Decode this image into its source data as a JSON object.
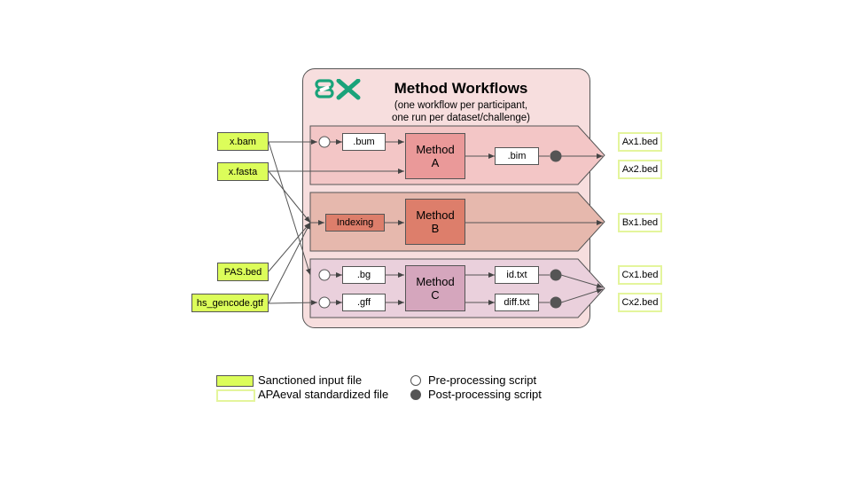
{
  "header": {
    "title": "Method Workflows",
    "subtitle_line1": "(one workflow per participant,",
    "subtitle_line2": "one run per dataset/challenge)"
  },
  "inputs": {
    "bam": "x.bam",
    "fasta": "x.fasta",
    "pas": "PAS.bed",
    "gtf": "hs_gencode.gtf"
  },
  "workflow_a": {
    "pre_file": ".bum",
    "method": "Method\nA",
    "post_file": ".bim"
  },
  "workflow_b": {
    "indexing": "Indexing",
    "method": "Method\nB"
  },
  "workflow_c": {
    "pre_file_1": ".bg",
    "pre_file_2": ".gff",
    "method": "Method\nC",
    "post_file_1": "id.txt",
    "post_file_2": "diff.txt"
  },
  "outputs": {
    "ax1": "Ax1.bed",
    "ax2": "Ax2.bed",
    "bx1": "Bx1.bed",
    "cx1": "Cx1.bed",
    "cx2": "Cx2.bed"
  },
  "legend": {
    "sanctioned": "Sanctioned input file",
    "standardized": "APAeval standardized file",
    "pre": "Pre-processing script",
    "post": "Post-processing script"
  },
  "colors": {
    "input_fill": "#dcfd5a",
    "output_border": "#e4f59c",
    "panel": "#f7dede",
    "band_a": "#f3c6c6",
    "band_b": "#e6b8ad",
    "band_c": "#ead0dc",
    "method_a": "#ea9999",
    "method_b": "#dd7e6b",
    "method_c": "#d5a6bd",
    "indexing": "#dd7e6b",
    "logo": "#1aa37a"
  }
}
